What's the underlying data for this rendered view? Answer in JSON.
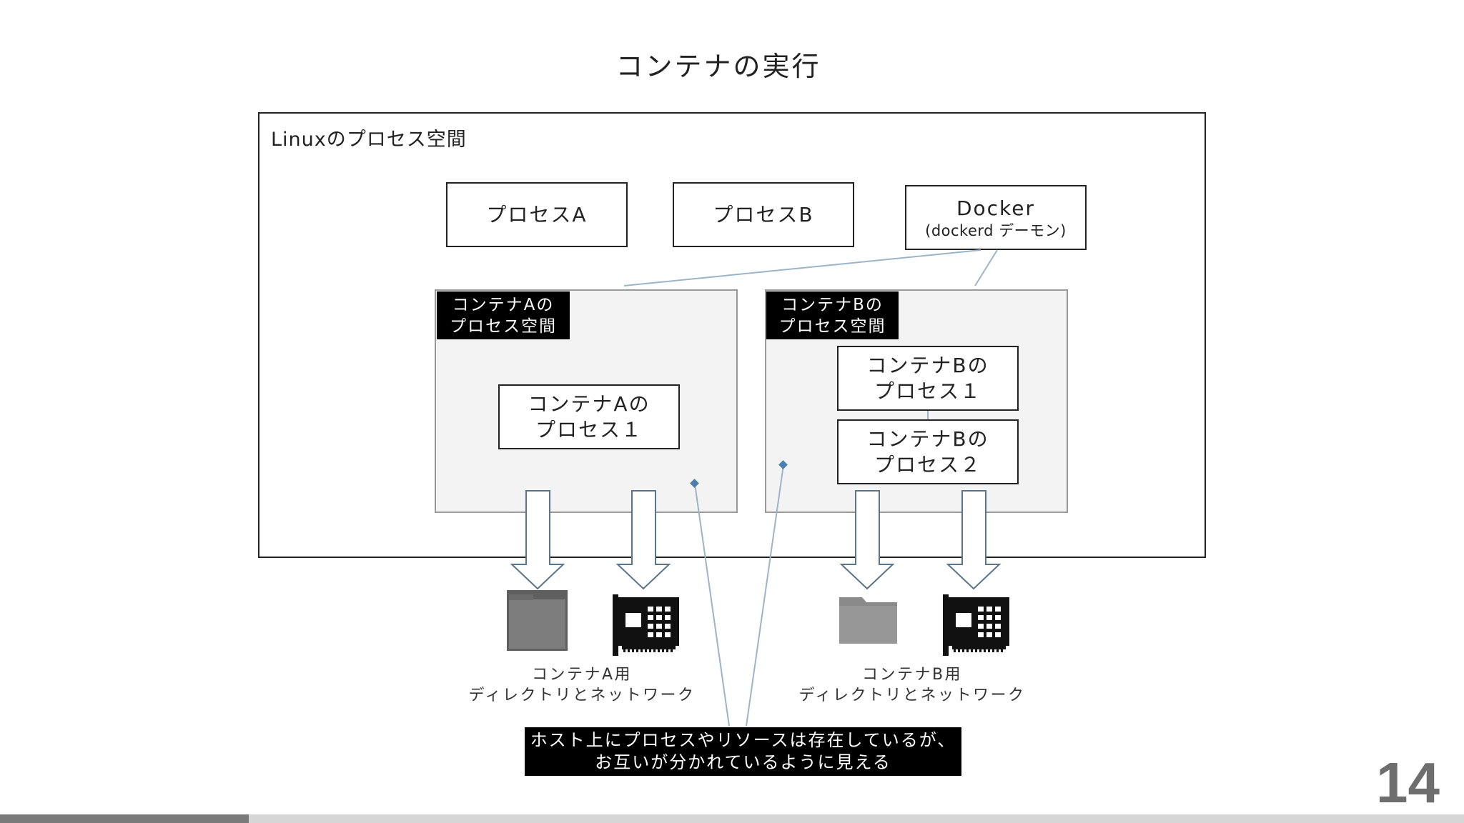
{
  "slide": {
    "title": "コンテナの実行",
    "page_number": "14",
    "progress_fraction": 0.17
  },
  "host": {
    "label": "Linuxのプロセス空間"
  },
  "processes": {
    "a": "プロセスA",
    "b": "プロセスB",
    "docker_line1": "Docker",
    "docker_line2": "(dockerd デーモン)"
  },
  "container_a": {
    "ns_line1": "コンテナAの",
    "ns_line2": "プロセス空間",
    "proc1_line1": "コンテナAの",
    "proc1_line2": "プロセス１",
    "res_line1": "コンテナA用",
    "res_line2": "ディレクトリとネットワーク"
  },
  "container_b": {
    "ns_line1": "コンテナBの",
    "ns_line2": "プロセス空間",
    "proc1_line1": "コンテナBの",
    "proc1_line2": "プロセス１",
    "proc2_line1": "コンテナBの",
    "proc2_line2": "プロセス２",
    "res_line1": "コンテナB用",
    "res_line2": "ディレクトリとネットワーク"
  },
  "callout": {
    "line1": "ホスト上にプロセスやリソースは存在しているが、",
    "line2": "お互いが分かれているように見える"
  },
  "icons": {
    "folder": "folder-icon",
    "network_card": "network-card-icon"
  },
  "colors": {
    "namespace_fill": "#f3f3f4",
    "connector": "#9db4c8",
    "arrow_stroke": "#5a7489",
    "folder_a": "#6f6f6f",
    "folder_b": "#8a8a8a"
  }
}
